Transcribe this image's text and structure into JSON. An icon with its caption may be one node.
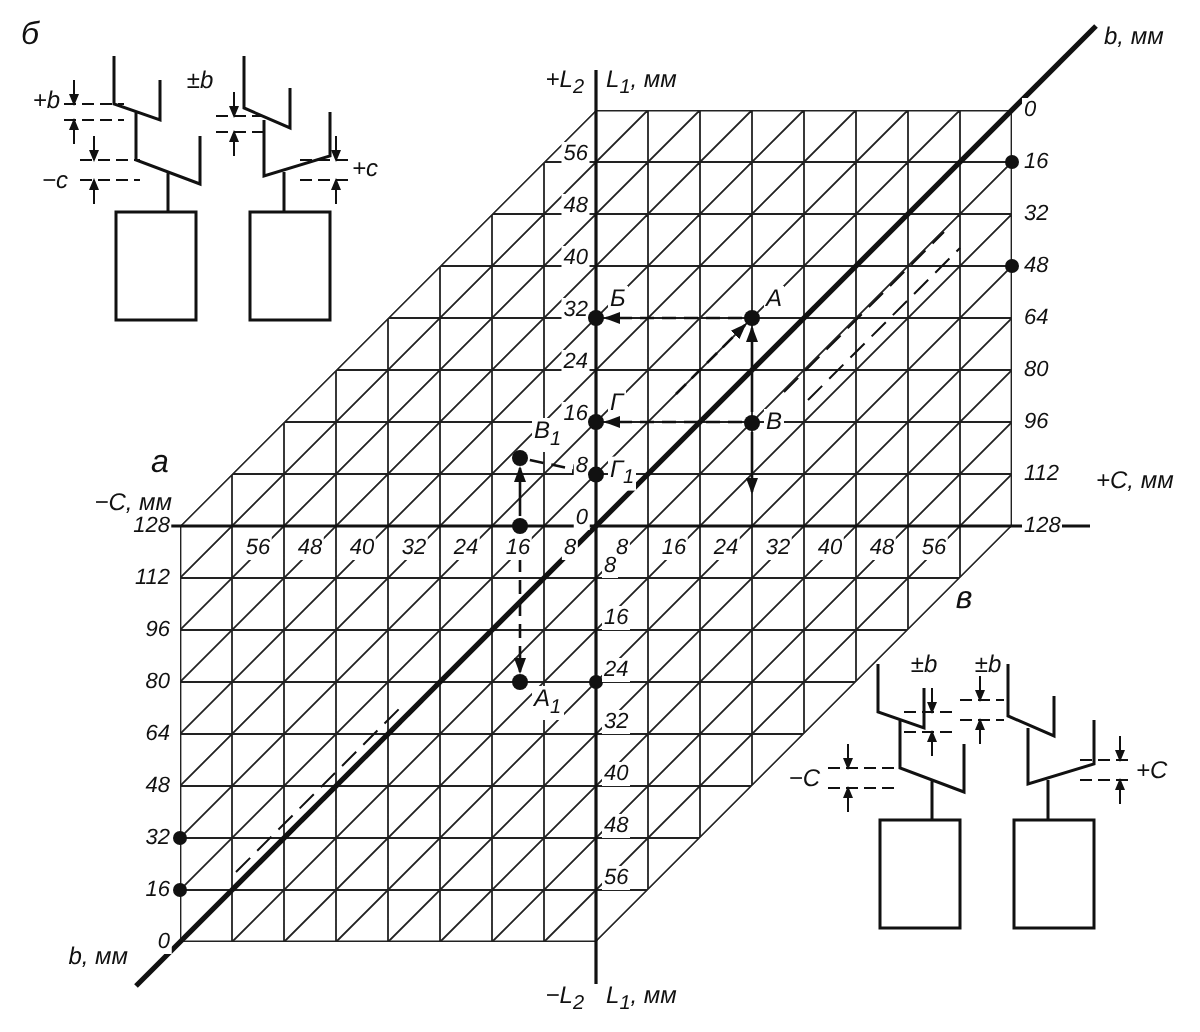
{
  "diagram": {
    "nodes": [
      {
        "text": [
          "А"
        ]
      },
      {
        "text": [
          "Б"
        ]
      },
      {
        "text": [
          "В"
        ]
      },
      {
        "text": [
          "Г"
        ]
      },
      {
        "text": [
          "Г$_{1}$"
        ]
      },
      {
        "text": [
          "В$_{1}$"
        ]
      },
      {
        "text": [],
        "shape": "circle"
      },
      {
        "text": [
          "А$_{1}$"
        ]
      }
    ],
    "edges": [
      {
        "from": 0,
        "to": 1,
        "arrow": "to",
        "style": "dashed"
      },
      {
        "from": 2,
        "to": 3,
        "arrow": "to",
        "style": "dashed"
      },
      {
        "from": 2,
        "to": 0,
        "arrow": "to"
      },
      {
        "from": 2,
        "to": null,
        "arrow": "to"
      },
      {
        "from": null,
        "to": 0,
        "arrow": "to",
        "style": "dashed"
      },
      {
        "from": 6,
        "to": 5,
        "arrow": "to"
      },
      {
        "from": 5,
        "to": 4,
        "arrow": "to",
        "style": "dashed"
      },
      {
        "from": 6,
        "to": 7,
        "arrow": "to",
        "style": "dashed"
      }
    ],
    "labels": [
      "б",
      "+b",
      "±b",
      "−c",
      "+c",
      "+L$_{2}$",
      "L$_{1}$, мм",
      "b, мм",
      "56",
      "48",
      "40",
      "32",
      "24",
      "16",
      "8",
      "0",
      "0",
      "16",
      "32",
      "48",
      "64",
      "80",
      "96",
      "112",
      "128",
      "а",
      "−C, мм",
      "+C, мм",
      "56",
      "48",
      "40",
      "32",
      "24",
      "16",
      "8",
      "8",
      "16",
      "24",
      "32",
      "40",
      "48",
      "56",
      "128",
      "112",
      "96",
      "80",
      "64",
      "48",
      "32",
      "16",
      "0",
      "8",
      "16",
      "24",
      "32",
      "40",
      "48",
      "56",
      "в",
      "±b",
      "±b",
      "−C",
      "+C",
      "b, мм",
      "−L$_{2}$",
      "L$_{1}$, мм"
    ]
  }
}
